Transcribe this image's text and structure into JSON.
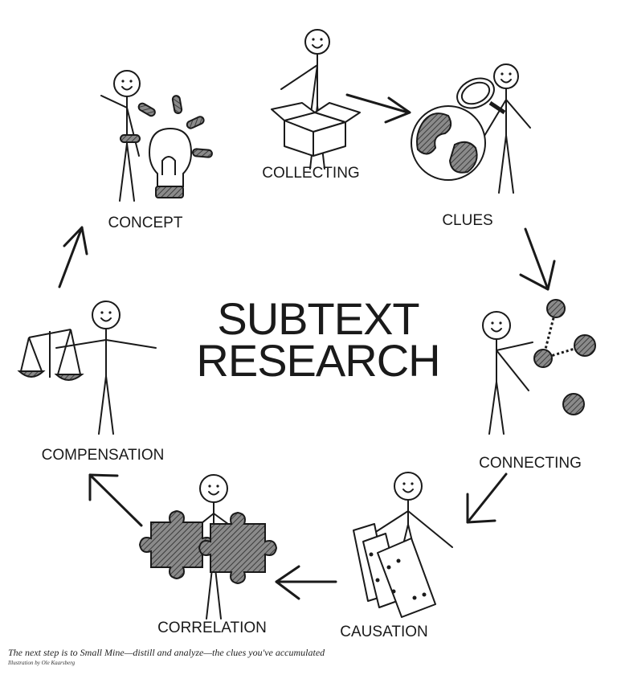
{
  "diagram": {
    "title_line1": "SUBTEXT",
    "title_line2": "RESEARCH",
    "stages": [
      {
        "label": "COLLECTING",
        "icon": "box-icon"
      },
      {
        "label": "CLUES",
        "icon": "globe-magnifier-icon"
      },
      {
        "label": "CONNECTING",
        "icon": "connected-dots-icon"
      },
      {
        "label": "CAUSATION",
        "icon": "dominoes-icon"
      },
      {
        "label": "CORRELATION",
        "icon": "puzzle-icon"
      },
      {
        "label": "COMPENSATION",
        "icon": "scale-icon"
      },
      {
        "label": "CONCEPT",
        "icon": "lightbulb-icon"
      }
    ]
  },
  "caption": {
    "text": "The next step is to Small Mine—distill and analyze—the clues you've accumulated",
    "credit": "Illustration by Ole Kaarsberg"
  },
  "colors": {
    "ink": "#1a1a1a",
    "shade": "#6e6e6e",
    "background": "#ffffff"
  }
}
